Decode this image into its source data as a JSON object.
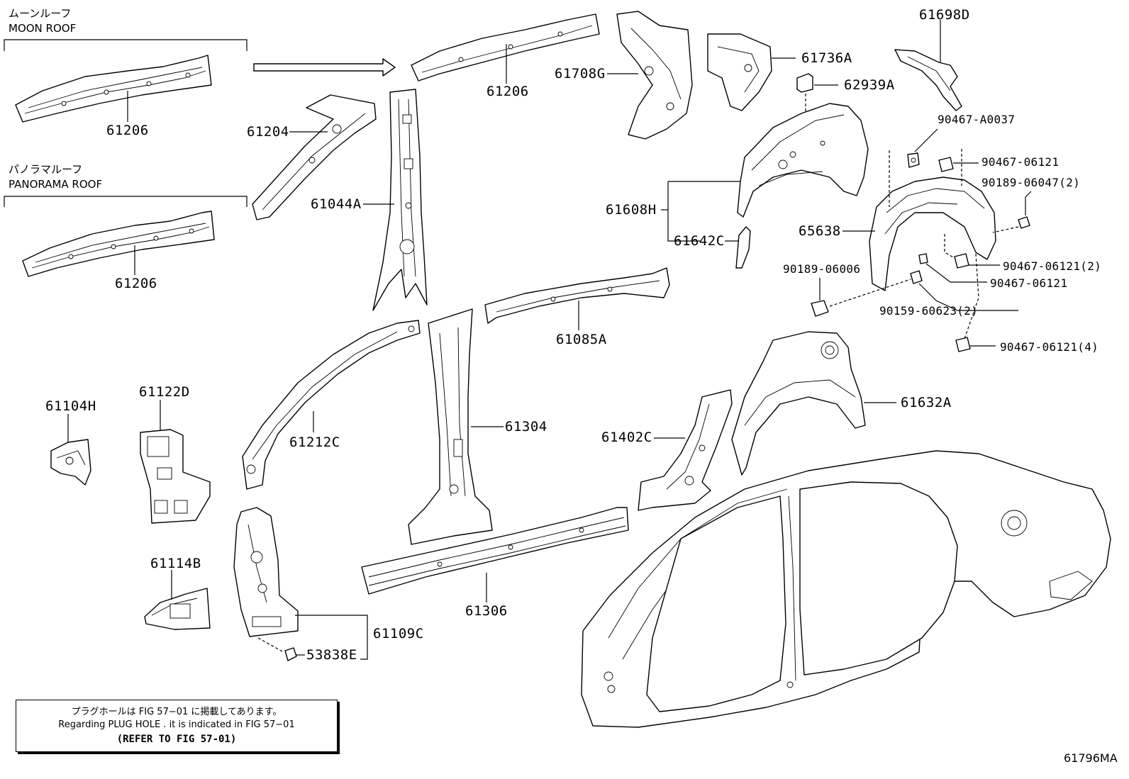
{
  "headers": {
    "moon_roof_jp": "ムーンルーフ",
    "moon_roof_en": "MOON ROOF",
    "panorama_roof_jp": "パノラマルーフ",
    "panorama_roof_en": "PANORAMA ROOF"
  },
  "labels": {
    "p61206_moon": "61206",
    "p61206_pano": "61206",
    "p61206_main": "61206",
    "p61204": "61204",
    "p61044A": "61044A",
    "p61708G": "61708G",
    "p61736A": "61736A",
    "p61698D": "61698D",
    "p62939A": "62939A",
    "p90467_A0037": "90467-A0037",
    "p90467_06121_a": "90467-06121",
    "p90189_06047": "90189-06047(2)",
    "p61608H": "61608H",
    "p61642C": "61642C",
    "p65638": "65638",
    "p90467_06121_2": "90467-06121(2)",
    "p90189_06006": "90189-06006",
    "p90467_06121_b": "90467-06121",
    "p90159_60623": "90159-60623(2)",
    "p90467_06121_4": "90467-06121(4)",
    "p61085A": "61085A",
    "p61212C": "61212C",
    "p61304": "61304",
    "p61104H": "61104H",
    "p61122D": "61122D",
    "p61632A": "61632A",
    "p61402C": "61402C",
    "p61114B": "61114B",
    "p61306": "61306",
    "p61109C": "61109C",
    "p53838E": "53838E"
  },
  "note": {
    "line1": "プラグホールは FIG 57−01 に掲載してあります。",
    "line2": "Regarding  PLUG  HOLE . it is indicated in FIG  57−01",
    "line3": "(REFER TO FIG 57-01)"
  },
  "figure_id": "61796MA"
}
